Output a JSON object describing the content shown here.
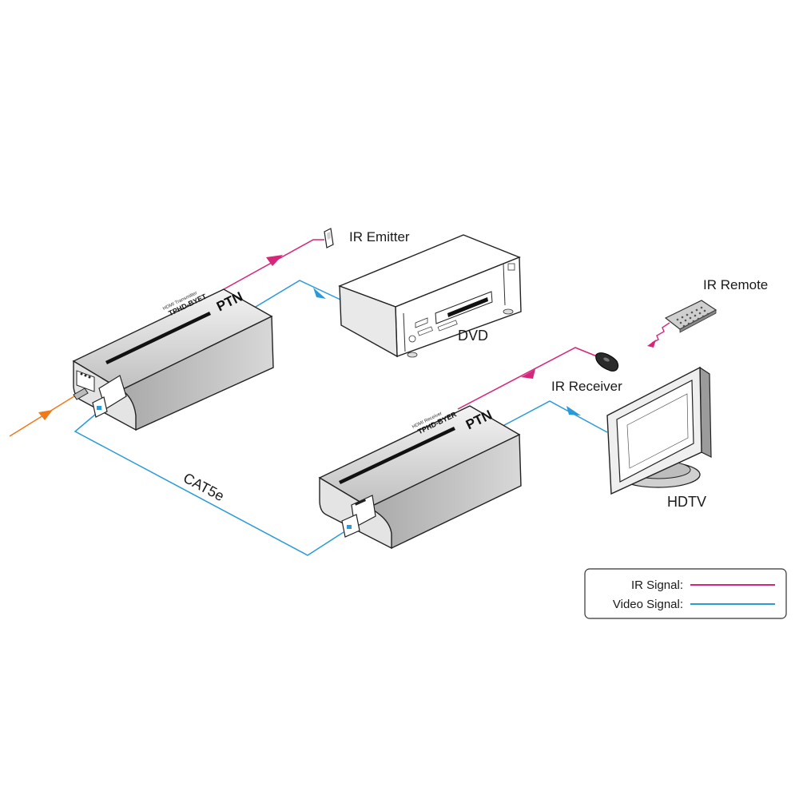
{
  "labels": {
    "ir_emitter": "IR Emitter",
    "dvd": "DVD",
    "ir_remote": "IR Remote",
    "ir_receiver": "IR Receiver",
    "hdtv": "HDTV",
    "cable": "CAT5e"
  },
  "transmitter": {
    "brand": "PTN",
    "model": "TPHD-BYET",
    "subtitle": "HDMI Transmitter"
  },
  "receiver": {
    "brand": "PTN",
    "model": "TPHD-BYER",
    "subtitle": "HDMI Receiver"
  },
  "legend": {
    "ir_signal": "IR Signal:",
    "video_signal": "Video Signal:"
  },
  "colors": {
    "ir_signal": "#d6267c",
    "video_signal": "#2a9ad8",
    "power_input": "#f07a1a"
  }
}
